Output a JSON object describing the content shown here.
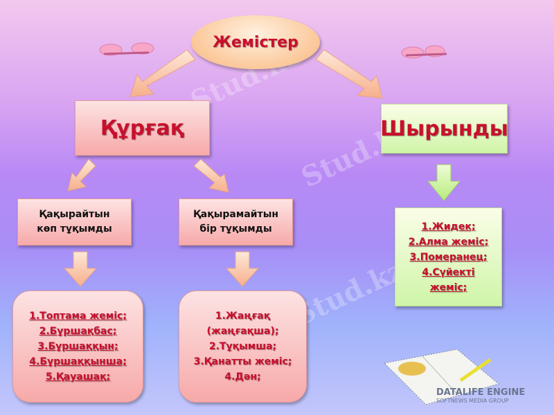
{
  "title": "Жемістер",
  "dry": {
    "label": "Құрғақ",
    "dehiscent": {
      "label": "Қақырайтын көп тұқымды",
      "items": [
        "1.Топтама жеміс;",
        "2.Бұршақбас;",
        "3.Бұршаққын;",
        "4.Бұршаққынша;",
        "5.Қауашақ;"
      ]
    },
    "indehiscent": {
      "label": "Қақырамайтын бір тұқымды",
      "items": [
        "1.Жаңғақ (жаңғақша);",
        "2.Тұқымша;",
        "3.Қанатты жеміс;",
        "4.Дән;"
      ]
    }
  },
  "juicy": {
    "label": "Шырынды",
    "items": [
      "1.Жидек;",
      "2.Алма жеміс;",
      "3.Померанец;",
      "4.Сүйекті жеміс;"
    ]
  },
  "watermark": "Stud.kz",
  "logo": {
    "title": "DATALIFE ENGINE",
    "subtitle": "SOFTNEWS MEDIA GROUP"
  }
}
